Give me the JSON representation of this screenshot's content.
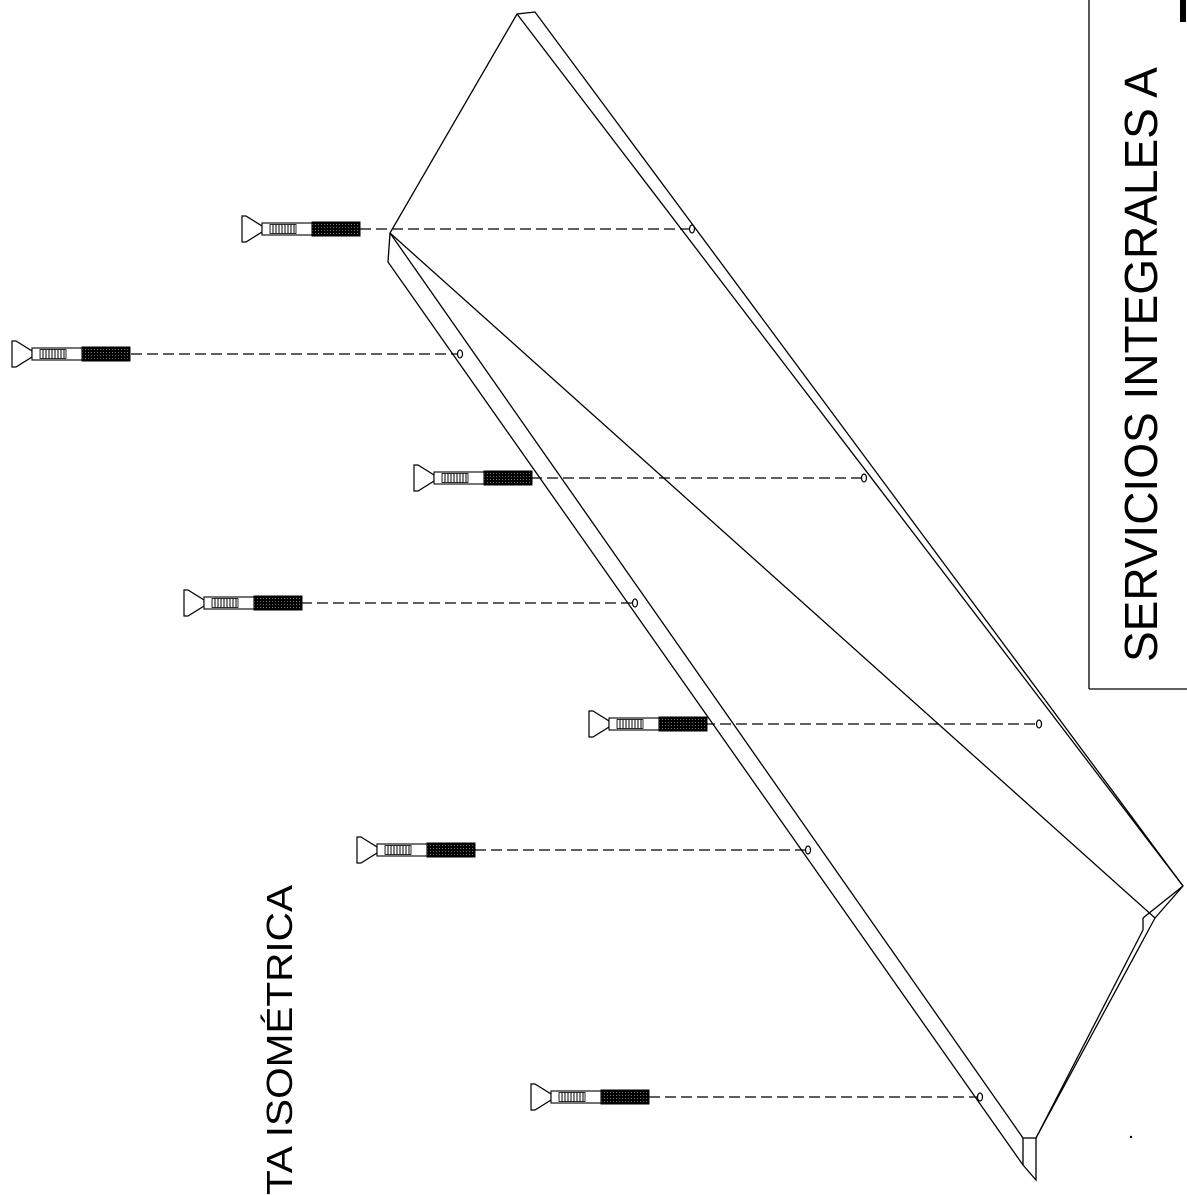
{
  "title_block": {
    "company_text": "SERVICIOS INTEGRALES A"
  },
  "view_label": {
    "text": "TA ISOMÉTRICA"
  },
  "part": {
    "name": "angle-plate",
    "hole_count": 7
  },
  "screws": [
    {
      "id": "screw-1"
    },
    {
      "id": "screw-2"
    },
    {
      "id": "screw-3"
    },
    {
      "id": "screw-4"
    },
    {
      "id": "screw-5"
    },
    {
      "id": "screw-6"
    },
    {
      "id": "screw-7"
    }
  ],
  "colors": {
    "line": "#000000",
    "background": "#ffffff"
  }
}
